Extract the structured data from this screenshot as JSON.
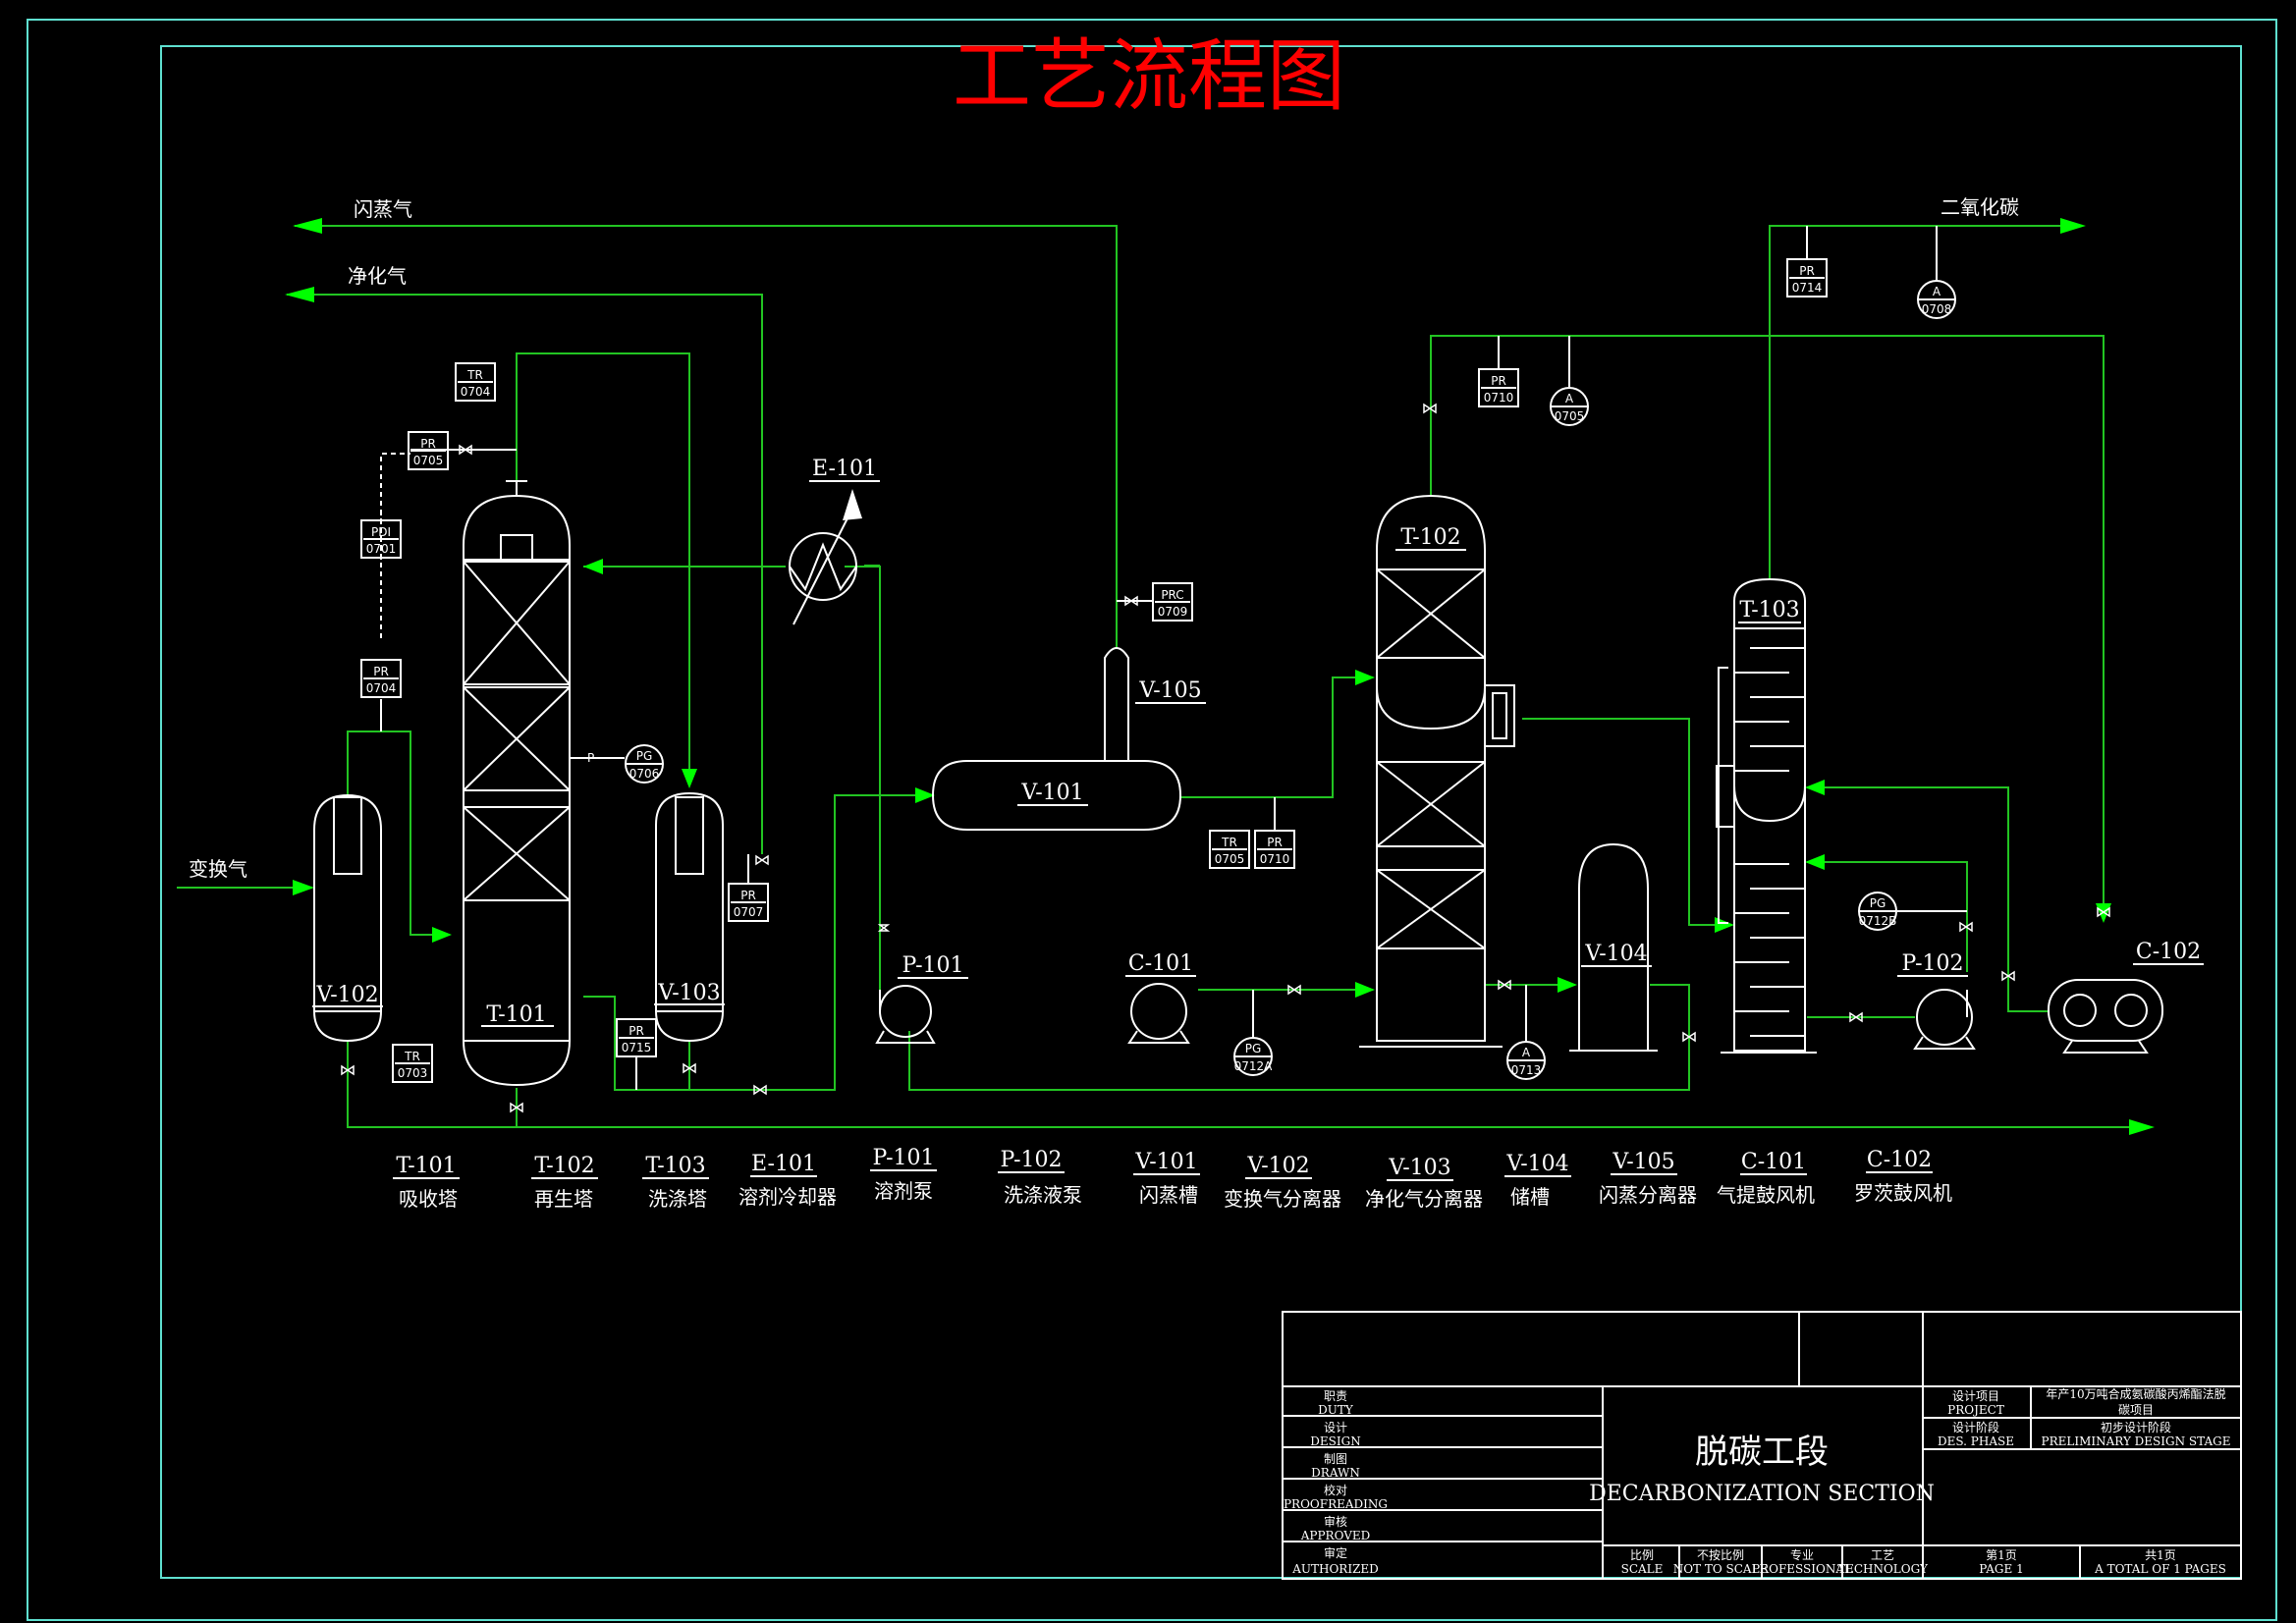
{
  "title": "工艺流程图",
  "streams": {
    "flash_gas": "闪蒸气",
    "purified_gas": "净化气",
    "shift_gas": "变换气",
    "co2": "二氧化碳"
  },
  "equipment_tags": {
    "T101": "T-101",
    "T102": "T-102",
    "T103": "T-103",
    "E101": "E-101",
    "V101": "V-101",
    "V102": "V-102",
    "V103": "V-103",
    "V104": "V-104",
    "V105": "V-105",
    "P101": "P-101",
    "P102": "P-102",
    "C101": "C-101",
    "C102": "C-102"
  },
  "instruments": {
    "tr0704a": {
      "l1": "TR",
      "l2": "0704"
    },
    "pr0705a": {
      "l1": "PR",
      "l2": "0705"
    },
    "pdi0701": {
      "l1": "PDI",
      "l2": "0701"
    },
    "pr0704": {
      "l1": "PR",
      "l2": "0704"
    },
    "pg0706": {
      "l1": "PG",
      "l2": "0706"
    },
    "pr0707": {
      "l1": "PR",
      "l2": "0707"
    },
    "tr0703": {
      "l1": "TR",
      "l2": "0703"
    },
    "pr0715": {
      "l1": "PR",
      "l2": "0715"
    },
    "prc0709": {
      "l1": "PRC",
      "l2": "0709"
    },
    "tr0705": {
      "l1": "TR",
      "l2": "0705"
    },
    "pr0710a": {
      "l1": "PR",
      "l2": "0710"
    },
    "pg0712a": {
      "l1": "PG",
      "l2": "0712A"
    },
    "pr0710": {
      "l1": "PR",
      "l2": "0710"
    },
    "a0705": {
      "l1": "A",
      "l2": "0705"
    },
    "a0713": {
      "l1": "A",
      "l2": "0713"
    },
    "pr0714": {
      "l1": "PR",
      "l2": "0714"
    },
    "a0708": {
      "l1": "A",
      "l2": "0708"
    },
    "pg0712b": {
      "l1": "PG",
      "l2": "0712B"
    },
    "p_mark": "P"
  },
  "legend": [
    {
      "tag": "T-101",
      "name": "吸收塔"
    },
    {
      "tag": "T-102",
      "name": "再生塔"
    },
    {
      "tag": "T-103",
      "name": "洗涤塔"
    },
    {
      "tag": "E-101",
      "name": "溶剂冷却器"
    },
    {
      "tag": "P-101",
      "name": "溶剂泵"
    },
    {
      "tag": "P-102",
      "name": "洗涤液泵"
    },
    {
      "tag": "V-101",
      "name": "闪蒸槽"
    },
    {
      "tag": "V-102",
      "name": "变换气分离器"
    },
    {
      "tag": "V-103",
      "name": "净化气分离器"
    },
    {
      "tag": "V-104",
      "name": "储槽"
    },
    {
      "tag": "V-105",
      "name": "闪蒸分离器"
    },
    {
      "tag": "C-101",
      "name": "气提鼓风机"
    },
    {
      "tag": "C-102",
      "name": "罗茨鼓风机"
    }
  ],
  "title_block": {
    "duty": "职责",
    "duty_en": "DUTY",
    "design": "设计",
    "design_en": "DESIGN",
    "drawn": "制图",
    "drawn_en": "DRAWN",
    "proof": "校对",
    "proof_en": "PROOFREADING",
    "approved": "审核",
    "approved_en": "APPROVED",
    "authorized": "审定",
    "authorized_en": "AUTHORIZED",
    "section_cn": "脱碳工段",
    "section_en": "DECARBONIZATION SECTION",
    "project_label": "设计项目",
    "project_label_en": "PROJECT",
    "project_value_1": "年产10万吨合成氨碳酸丙烯酯法脱",
    "project_value_2": "碳项目",
    "phase_label": "设计阶段",
    "phase_label_en": "DES. PHASE",
    "phase_value_1": "初步设计阶段",
    "phase_value_2": "PRELIMINARY DESIGN STAGE",
    "scale": "比例",
    "scale_en": "SCALE",
    "not_to_scale": "不按比例",
    "not_to_scale_en": "NOT TO SCALE",
    "professional": "专业",
    "professional_en": "PROFESSIONAL",
    "technology": "工艺",
    "technology_en": "TECHNOLOGY",
    "page": "第1页",
    "page_en": "PAGE 1",
    "total": "共1页",
    "total_en": "A TOTAL OF 1 PAGES"
  },
  "colors": {
    "background": "#000000",
    "line": "#ffffff",
    "pipe": "#22c422",
    "title": "#ff0000",
    "frame": "#5fe0d0"
  }
}
